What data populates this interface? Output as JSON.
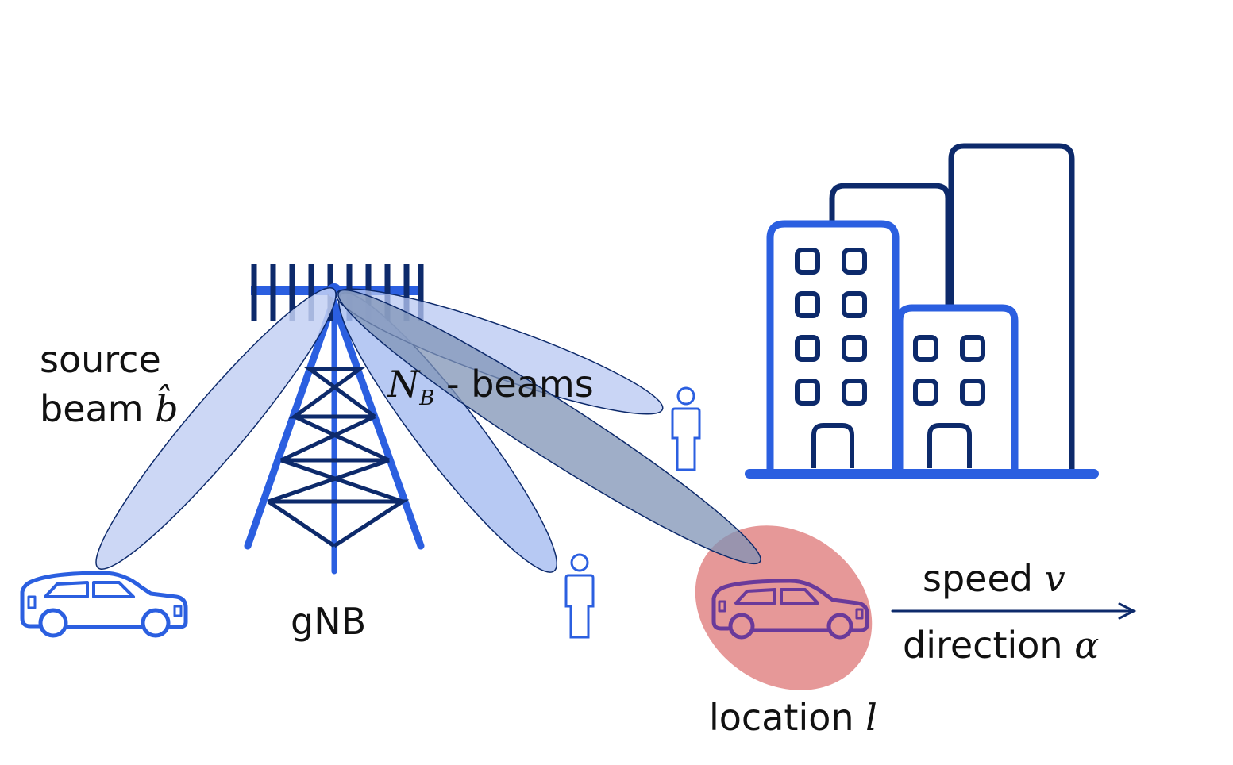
{
  "labels": {
    "source_line1": "source",
    "source_line2_text": "beam",
    "source_symbol": "b̂",
    "gnb": "gNB",
    "beams_symbol": "N",
    "beams_subscript": "B",
    "beams_text": " - beams",
    "speed_text": "speed",
    "speed_symbol": "v",
    "direction_text": "direction",
    "direction_symbol": "α",
    "location_text": "location",
    "location_symbol": "l"
  },
  "colors": {
    "primary_blue": "#2b5fe0",
    "dark_navy": "#0d2a6b",
    "beam_light": "#c3d0f3",
    "beam_mid": "#aabff1",
    "beam_selected": "#8da0c0",
    "location_highlight": "#e38d8d",
    "highlighted_car": "#6a3a9a"
  }
}
